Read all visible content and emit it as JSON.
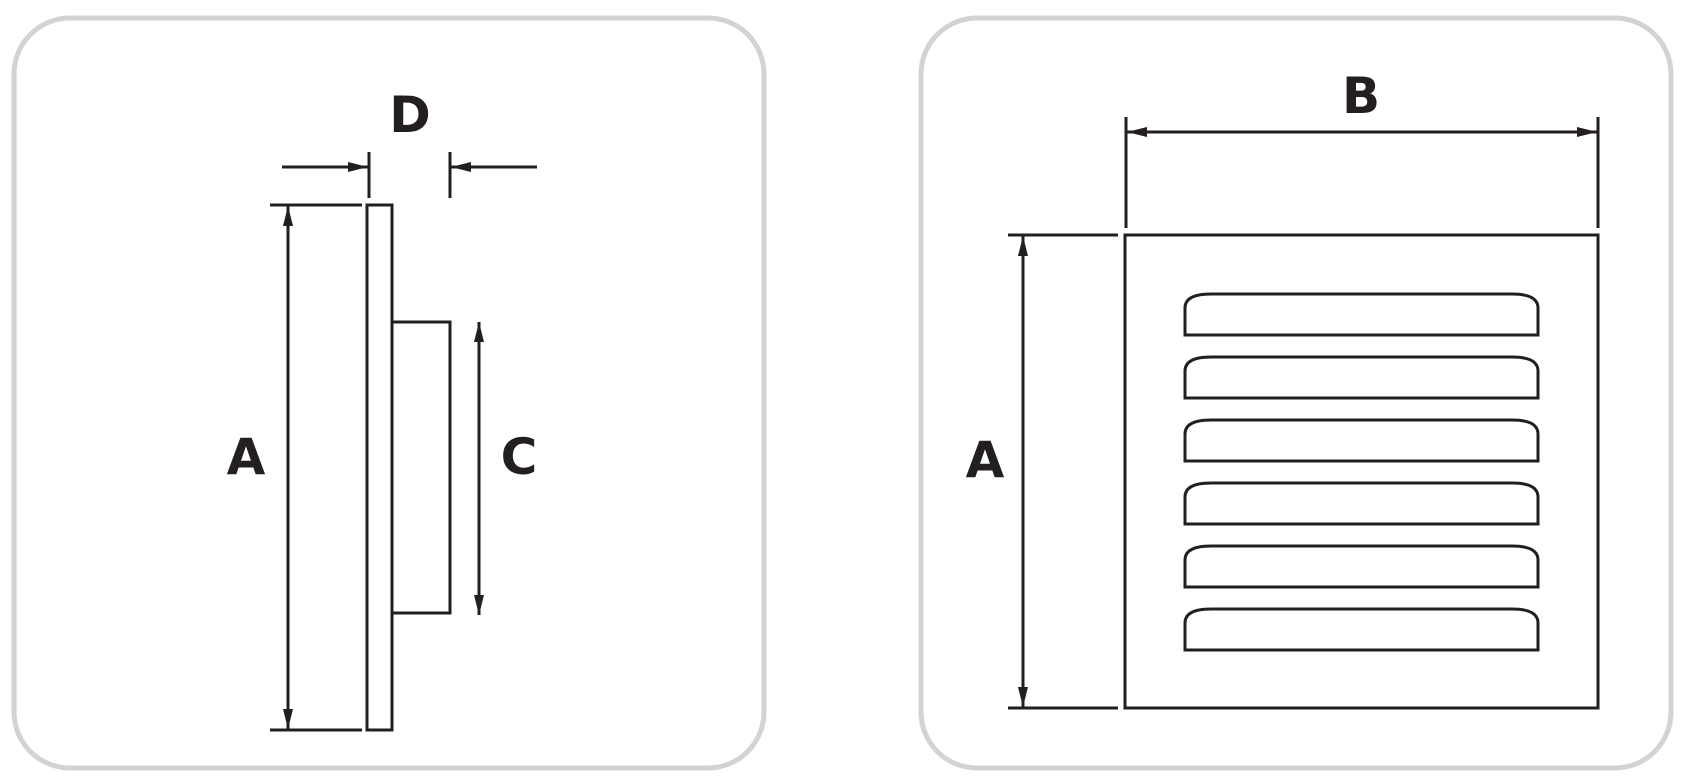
{
  "colors": {
    "panel_border": "#d3d3d3",
    "line": "#231f20",
    "background": "#ffffff"
  },
  "side_view": {
    "dimension_labels": {
      "height": "A",
      "collar_height": "C",
      "depth": "D"
    }
  },
  "front_view": {
    "dimension_labels": {
      "width": "B",
      "height": "A"
    },
    "louver_count": 6
  }
}
